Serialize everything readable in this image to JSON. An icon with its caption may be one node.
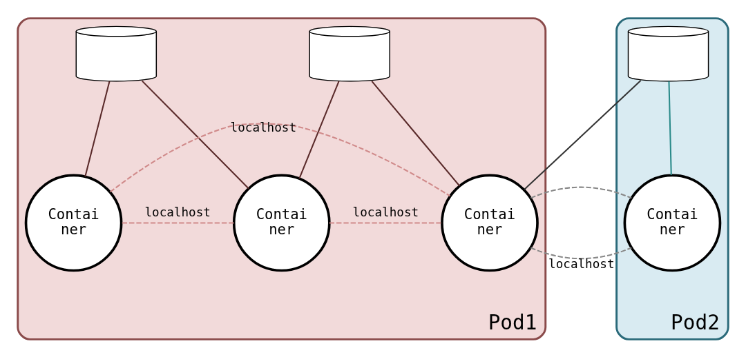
{
  "diagram": {
    "nodes": [
      {
        "text": [
          "Pod1"
        ]
      },
      {
        "text": [],
        "shape": "cylinder",
        "in": 0
      },
      {
        "text": [],
        "shape": "cylinder",
        "in": 0
      },
      {
        "text": [
          "Contai ner"
        ],
        "in": 0
      },
      {
        "text": [
          "Contai ner"
        ],
        "in": 0
      },
      {
        "text": [
          "Contai ner"
        ],
        "in": 0
      },
      {
        "text": [
          "Pod2"
        ]
      },
      {
        "text": [],
        "shape": "cylinder",
        "in": 6
      },
      {
        "text": [
          "Contai ner"
        ],
        "in": 6
      }
    ],
    "edges": [
      {
        "from": 1,
        "to": 3,
        "arrow": "none"
      },
      {
        "from": 1,
        "to": 4,
        "arrow": "none"
      },
      {
        "from": 2,
        "to": 3,
        "arrow": "none"
      },
      {
        "from": 2,
        "to": 5,
        "arrow": "none"
      },
      {
        "from": 7,
        "to": 5,
        "arrow": "none",
        "color": "#333333"
      },
      {
        "from": 7,
        "to": 8,
        "arrow": "none",
        "color": "#2a8a8a"
      },
      {
        "from": 3,
        "to": 4,
        "arrow": "none",
        "label": "localhost",
        "style": "dashed",
        "color": "#d08a8a"
      },
      {
        "from": 4,
        "to": 5,
        "arrow": "none",
        "label": "localhost",
        "style": "dashed",
        "color": "#d08a8a"
      },
      {
        "from": 5,
        "to": 8,
        "arrow": "none",
        "label": "localhost",
        "style": "dashed",
        "color": "#888888"
      },
      {
        "from": 3,
        "to": 5,
        "arrow": "none",
        "label": "localhost",
        "style": "dashed",
        "color": "#d08a8a"
      }
    ]
  }
}
